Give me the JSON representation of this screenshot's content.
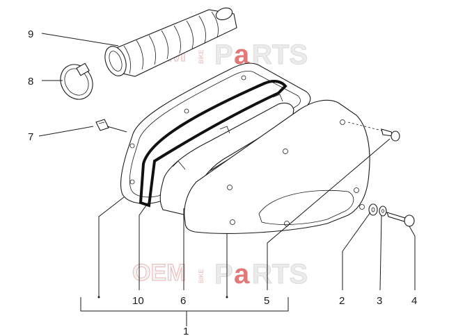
{
  "diagram": {
    "callouts": {
      "c1": "1",
      "c2": "2",
      "c3": "3",
      "c4": "4",
      "c5": "5",
      "c6": "6",
      "c7": "7",
      "c8": "8",
      "c9": "9",
      "c10": "10"
    },
    "watermark": {
      "oem": "OEM",
      "bike": "BIKE",
      "p": "P",
      "a": "a",
      "rts": "RTS"
    }
  }
}
